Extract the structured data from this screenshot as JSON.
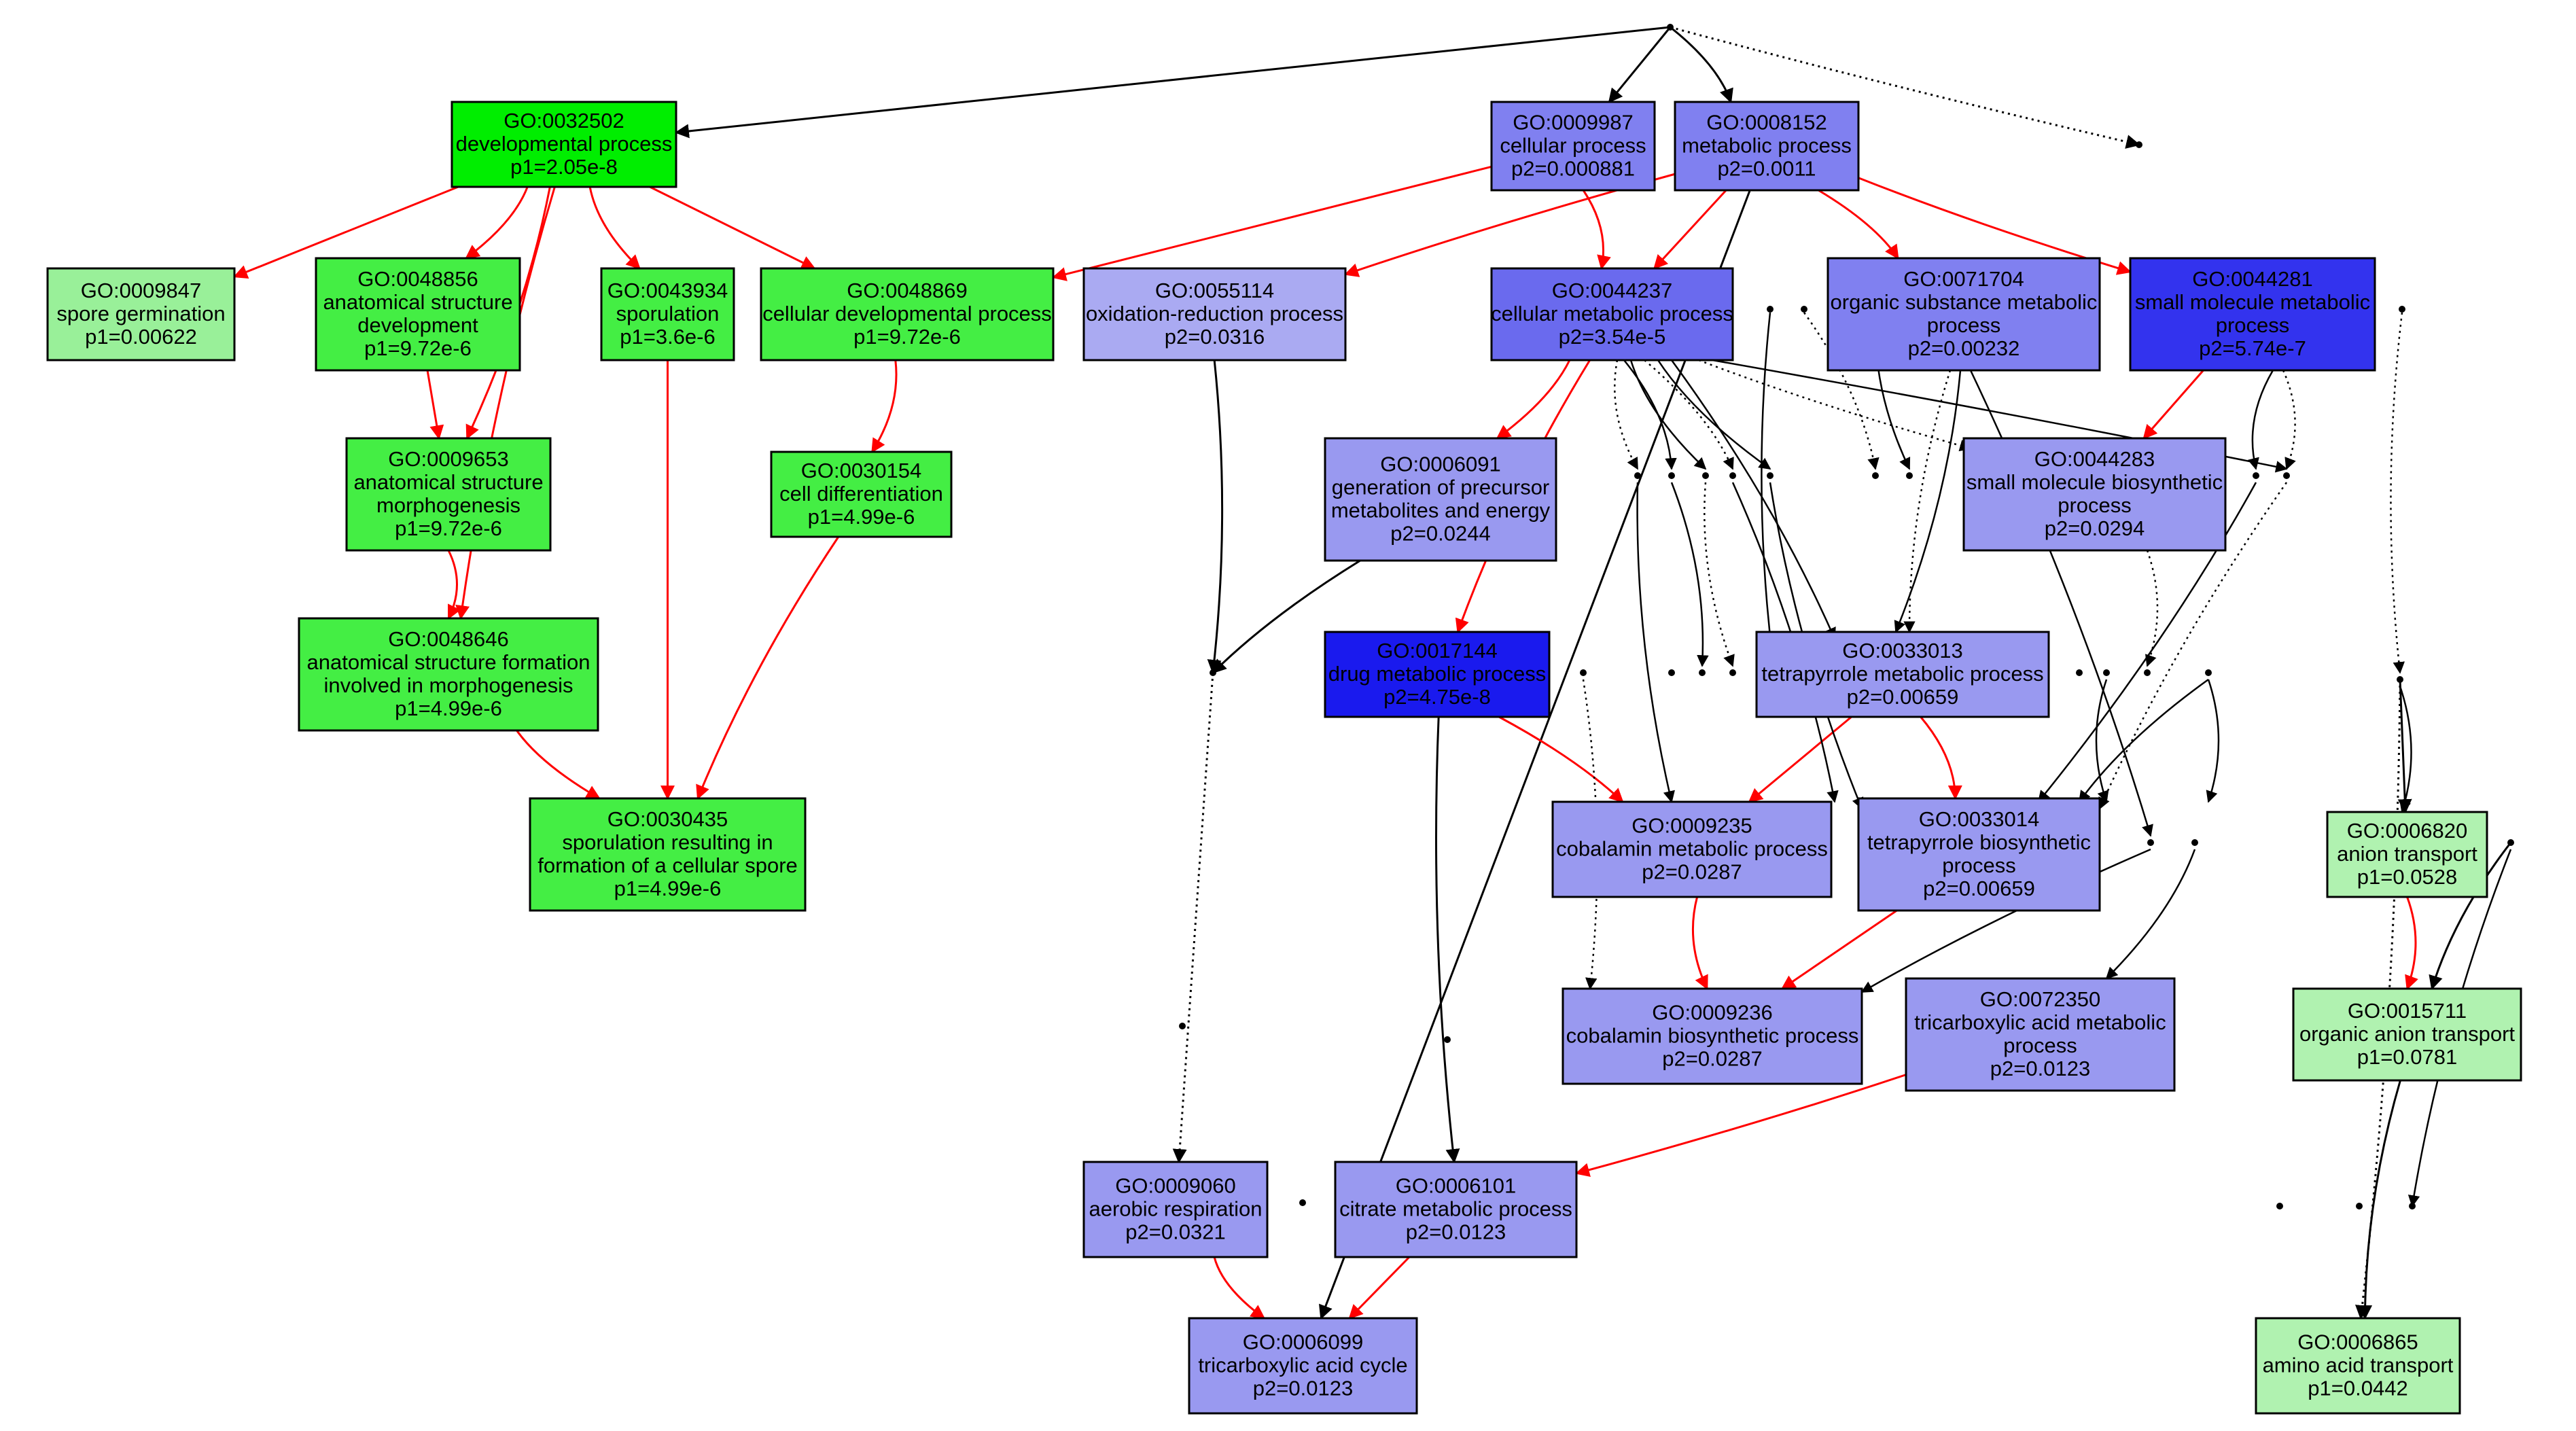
{
  "colors": {
    "green_strong": "#00ee00",
    "green_medium": "#44ee44",
    "green_light": "#99f099",
    "green_pale": "#b0f2b0",
    "blue_dark": "#1a1aee",
    "blue_medium": "#3333ee",
    "blue_mid": "#6a6aee",
    "blue_light": "#8080f0",
    "blue_pale": "#9999f0",
    "blue_palest": "#aaaaf2",
    "edge_red": "#ff0000",
    "edge_black": "#000000"
  },
  "nodes": {
    "n32502": {
      "lines": [
        "GO:0032502",
        "developmental process",
        "p1=2.05e-8"
      ],
      "color": "#00ee00"
    },
    "n9847": {
      "lines": [
        "GO:0009847",
        "spore germination",
        "p1=0.00622"
      ],
      "color": "#99f099"
    },
    "n48856": {
      "lines": [
        "GO:0048856",
        "anatomical structure",
        "development",
        "p1=9.72e-6"
      ],
      "color": "#44ee44"
    },
    "n43934": {
      "lines": [
        "GO:0043934",
        "sporulation",
        "p1=3.6e-6"
      ],
      "color": "#44ee44"
    },
    "n48869": {
      "lines": [
        "GO:0048869",
        "cellular developmental process",
        "p1=9.72e-6"
      ],
      "color": "#44ee44"
    },
    "n9653": {
      "lines": [
        "GO:0009653",
        "anatomical structure",
        "morphogenesis",
        "p1=9.72e-6"
      ],
      "color": "#44ee44"
    },
    "n30154": {
      "lines": [
        "GO:0030154",
        "cell differentiation",
        "p1=4.99e-6"
      ],
      "color": "#44ee44"
    },
    "n48646": {
      "lines": [
        "GO:0048646",
        "anatomical structure formation",
        "involved in morphogenesis",
        "p1=4.99e-6"
      ],
      "color": "#44ee44"
    },
    "n30435": {
      "lines": [
        "GO:0030435",
        "sporulation resulting in",
        "formation of a cellular spore",
        "p1=4.99e-6"
      ],
      "color": "#44ee44"
    },
    "n9987": {
      "lines": [
        "GO:0009987",
        "cellular process",
        "p2=0.000881"
      ],
      "color": "#8080f0"
    },
    "n8152": {
      "lines": [
        "GO:0008152",
        "metabolic process",
        "p2=0.0011"
      ],
      "color": "#8080f0"
    },
    "n55114": {
      "lines": [
        "GO:0055114",
        "oxidation-reduction process",
        "p2=0.0316"
      ],
      "color": "#aaaaf2"
    },
    "n44237": {
      "lines": [
        "GO:0044237",
        "cellular metabolic process",
        "p2=3.54e-5"
      ],
      "color": "#6a6aee"
    },
    "n71704": {
      "lines": [
        "GO:0071704",
        "organic substance metabolic",
        "process",
        "p2=0.00232"
      ],
      "color": "#8080f0"
    },
    "n44281": {
      "lines": [
        "GO:0044281",
        "small molecule metabolic",
        "process",
        "p2=5.74e-7"
      ],
      "color": "#3333ee"
    },
    "n6091": {
      "lines": [
        "GO:0006091",
        "generation of precursor",
        "metabolites and energy",
        "p2=0.0244"
      ],
      "color": "#9999f0"
    },
    "n44283": {
      "lines": [
        "GO:0044283",
        "small molecule biosynthetic",
        "process",
        "p2=0.0294"
      ],
      "color": "#9999f0"
    },
    "n17144": {
      "lines": [
        "GO:0017144",
        "drug metabolic process",
        "p2=4.75e-8"
      ],
      "color": "#1a1aee"
    },
    "n33013": {
      "lines": [
        "GO:0033013",
        "tetrapyrrole metabolic process",
        "p2=0.00659"
      ],
      "color": "#9999f0"
    },
    "n9235": {
      "lines": [
        "GO:0009235",
        "cobalamin metabolic process",
        "p2=0.0287"
      ],
      "color": "#9999f0"
    },
    "n33014": {
      "lines": [
        "GO:0033014",
        "tetrapyrrole biosynthetic",
        "process",
        "p2=0.00659"
      ],
      "color": "#9999f0"
    },
    "n6820": {
      "lines": [
        "GO:0006820",
        "anion transport",
        "p1=0.0528"
      ],
      "color": "#b0f2b0"
    },
    "n9236": {
      "lines": [
        "GO:0009236",
        "cobalamin biosynthetic process",
        "p2=0.0287"
      ],
      "color": "#9999f0"
    },
    "n72350": {
      "lines": [
        "GO:0072350",
        "tricarboxylic acid metabolic",
        "process",
        "p2=0.0123"
      ],
      "color": "#9999f0"
    },
    "n15711": {
      "lines": [
        "GO:0015711",
        "organic anion transport",
        "p1=0.0781"
      ],
      "color": "#b0f2b0"
    },
    "n9060": {
      "lines": [
        "GO:0009060",
        "aerobic respiration",
        "p2=0.0321"
      ],
      "color": "#9999f0"
    },
    "n6101": {
      "lines": [
        "GO:0006101",
        "citrate metabolic process",
        "p2=0.0123"
      ],
      "color": "#9999f0"
    },
    "n6099": {
      "lines": [
        "GO:0006099",
        "tricarboxylic acid cycle",
        "p2=0.0123"
      ],
      "color": "#9999f0"
    },
    "n6865": {
      "lines": [
        "GO:0006865",
        "amino acid transport",
        "p1=0.0442"
      ],
      "color": "#b0f2b0"
    }
  },
  "edges": [
    {
      "from": "root",
      "to": "n32502",
      "kind": "black"
    },
    {
      "from": "root",
      "to": "n9987",
      "kind": "black"
    },
    {
      "from": "root",
      "to": "n8152",
      "kind": "black"
    },
    {
      "from": "root",
      "to": "dot_right1",
      "kind": "dotted"
    },
    {
      "from": "n32502",
      "to": "n9847",
      "kind": "red"
    },
    {
      "from": "n32502",
      "to": "n48856",
      "kind": "red"
    },
    {
      "from": "n32502",
      "to": "n43934",
      "kind": "red"
    },
    {
      "from": "n32502",
      "to": "n48869",
      "kind": "red"
    },
    {
      "from": "n32502",
      "to": "n9653",
      "kind": "red"
    },
    {
      "from": "n32502",
      "to": "n48646",
      "kind": "red"
    },
    {
      "from": "n48856",
      "to": "n9653",
      "kind": "red"
    },
    {
      "from": "n9653",
      "to": "n48646",
      "kind": "red"
    },
    {
      "from": "n48646",
      "to": "n30435",
      "kind": "red"
    },
    {
      "from": "n43934",
      "to": "n30435",
      "kind": "red"
    },
    {
      "from": "n48869",
      "to": "n30154",
      "kind": "red"
    },
    {
      "from": "n30154",
      "to": "n30435",
      "kind": "red"
    },
    {
      "from": "n9987",
      "to": "n48869",
      "kind": "red"
    },
    {
      "from": "n9987",
      "to": "n44237",
      "kind": "red"
    },
    {
      "from": "n8152",
      "to": "n55114",
      "kind": "red"
    },
    {
      "from": "n8152",
      "to": "n44237",
      "kind": "red"
    },
    {
      "from": "n8152",
      "to": "n71704",
      "kind": "red"
    },
    {
      "from": "n8152",
      "to": "n44281",
      "kind": "red"
    },
    {
      "from": "n8152",
      "to": "n6099",
      "kind": "black"
    },
    {
      "from": "n44237",
      "to": "n6091",
      "kind": "red"
    },
    {
      "from": "n44237",
      "to": "n17144",
      "kind": "red"
    },
    {
      "from": "n44281",
      "to": "n44283",
      "kind": "red"
    },
    {
      "from": "n55114",
      "to": "dot_mid1",
      "kind": "black"
    },
    {
      "from": "n6091",
      "to": "dot_mid1",
      "kind": "black"
    },
    {
      "from": "dot_mid1",
      "to": "n9060",
      "kind": "dotted"
    },
    {
      "from": "n17144",
      "to": "n9235",
      "kind": "red"
    },
    {
      "from": "n17144",
      "to": "n6101",
      "kind": "black"
    },
    {
      "from": "n33013",
      "to": "n9235",
      "kind": "red"
    },
    {
      "from": "n33013",
      "to": "n33014",
      "kind": "red"
    },
    {
      "from": "n9235",
      "to": "n9236",
      "kind": "red"
    },
    {
      "from": "n33014",
      "to": "n9236",
      "kind": "red"
    },
    {
      "from": "n72350",
      "to": "n6101",
      "kind": "red"
    },
    {
      "from": "n9060",
      "to": "n6099",
      "kind": "red"
    },
    {
      "from": "n6101",
      "to": "n6099",
      "kind": "red"
    },
    {
      "from": "n6820",
      "to": "n15711",
      "kind": "red"
    },
    {
      "from": "n15711",
      "to": "n6865",
      "kind": "black"
    },
    {
      "from": "dot_right2",
      "to": "n6820",
      "kind": "black"
    },
    {
      "from": "dot_right2",
      "to": "n6865",
      "kind": "dotted"
    },
    {
      "from": "dot_right3",
      "to": "n15711",
      "kind": "black"
    }
  ]
}
